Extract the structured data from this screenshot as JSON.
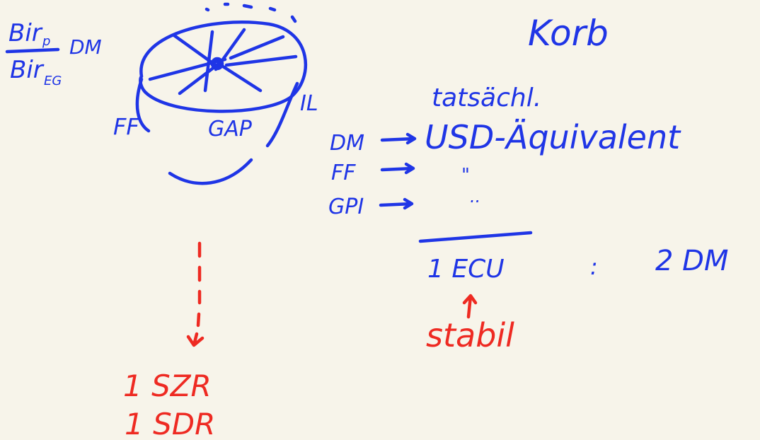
{
  "colors": {
    "background": "#f7f4ea",
    "blue_ink": "#1f35e6",
    "red_ink": "#ee2a22"
  },
  "fraction": {
    "numerator": "Bir",
    "numerator_sub": "p",
    "denominator": "Bir",
    "denominator_sub": "EG",
    "suffix": "DM"
  },
  "drum": {
    "left_label": "FF",
    "center_label": "GAP",
    "right_label": "IL"
  },
  "title": "Korb",
  "korb": {
    "heading": "tatsächl.",
    "rows": [
      {
        "left": "DM",
        "right": "USD-Äquivalent"
      },
      {
        "left": "FF",
        "right": "\""
      },
      {
        "left": "GPI",
        "right": ".."
      }
    ],
    "result": "1 ECU",
    "ratio": ":",
    "ratio_value": "2 DM",
    "note": "stabil"
  },
  "sdr": {
    "line1": "1 SZR",
    "line2": "1 SDR"
  }
}
